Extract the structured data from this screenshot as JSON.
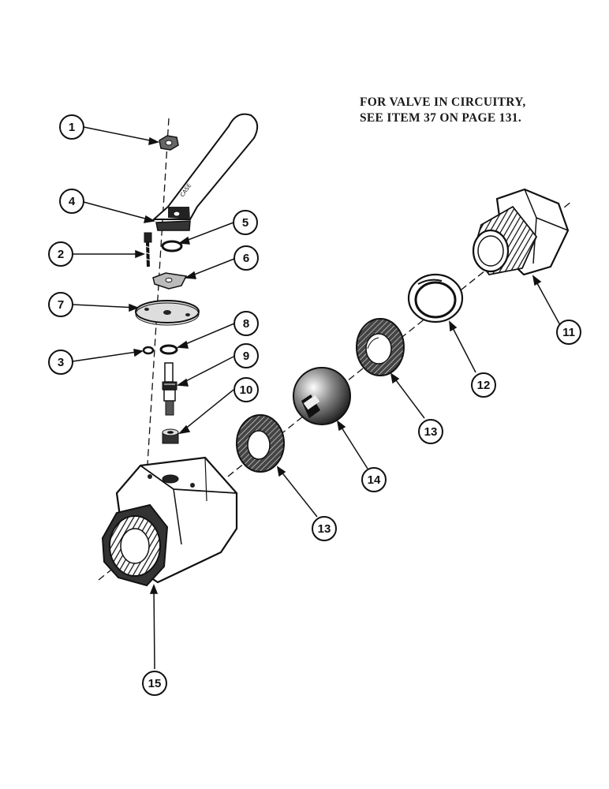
{
  "note": {
    "line1": "FOR VALVE IN CIRCUITRY,",
    "line2": "SEE ITEM 37 ON PAGE 131."
  },
  "callouts": [
    {
      "id": "c1",
      "label": "1"
    },
    {
      "id": "c4",
      "label": "4"
    },
    {
      "id": "c5",
      "label": "5"
    },
    {
      "id": "c2",
      "label": "2"
    },
    {
      "id": "c6",
      "label": "6"
    },
    {
      "id": "c7",
      "label": "7"
    },
    {
      "id": "c8",
      "label": "8"
    },
    {
      "id": "c3",
      "label": "3"
    },
    {
      "id": "c9",
      "label": "9"
    },
    {
      "id": "c10",
      "label": "10"
    },
    {
      "id": "c11",
      "label": "11"
    },
    {
      "id": "c12",
      "label": "12"
    },
    {
      "id": "c13a",
      "label": "13"
    },
    {
      "id": "c14",
      "label": "14"
    },
    {
      "id": "c13b",
      "label": "13"
    },
    {
      "id": "c15",
      "label": "15"
    }
  ],
  "colors": {
    "ink": "#111111",
    "paper": "#ffffff"
  }
}
